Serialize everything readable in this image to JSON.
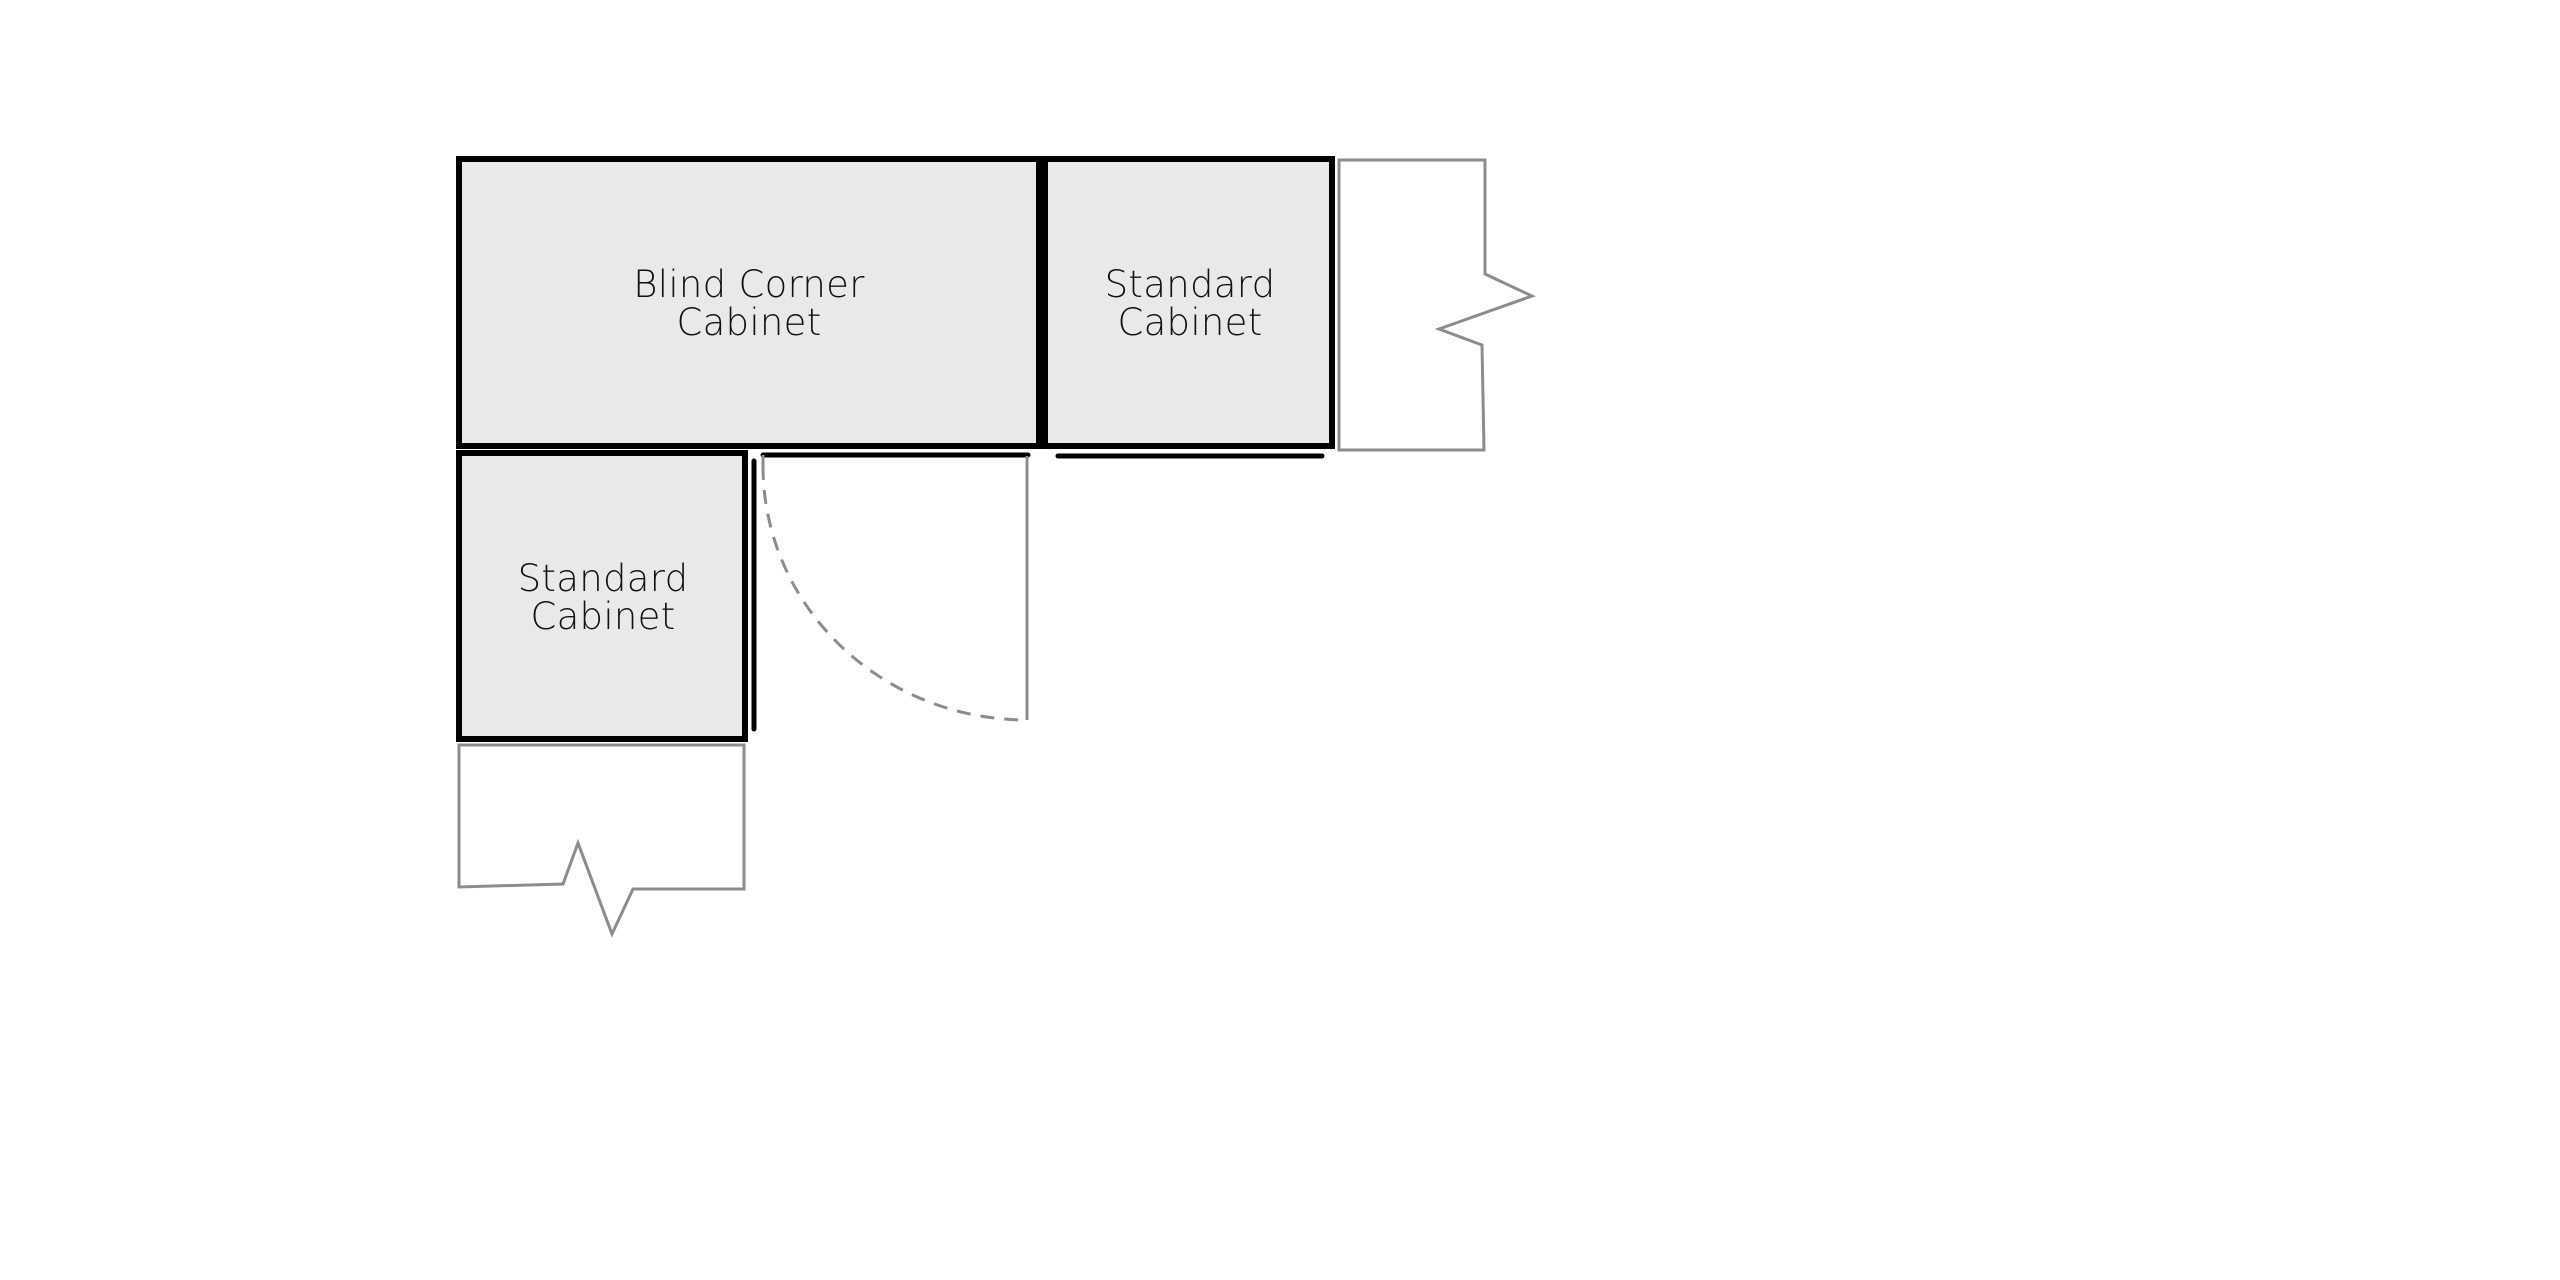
{
  "diagram": {
    "title": "Blind corner cabinet layout",
    "cabinets": [
      {
        "id": "blind-corner",
        "label_lines": [
          "Blind Corner",
          "Cabinet"
        ]
      },
      {
        "id": "standard-top",
        "label_lines": [
          "Standard",
          "Cabinet"
        ]
      },
      {
        "id": "standard-left",
        "label_lines": [
          "Standard",
          "Cabinet"
        ]
      }
    ],
    "continuation_markers": [
      "continues-right",
      "continues-down"
    ],
    "door": {
      "type": "swing-door",
      "swing": "open-down"
    },
    "colors": {
      "cabinet_fill": "#e9e9e9",
      "cabinet_stroke": "#000000",
      "ghost_stroke": "#8c8c8c",
      "background": "#ffffff"
    }
  }
}
